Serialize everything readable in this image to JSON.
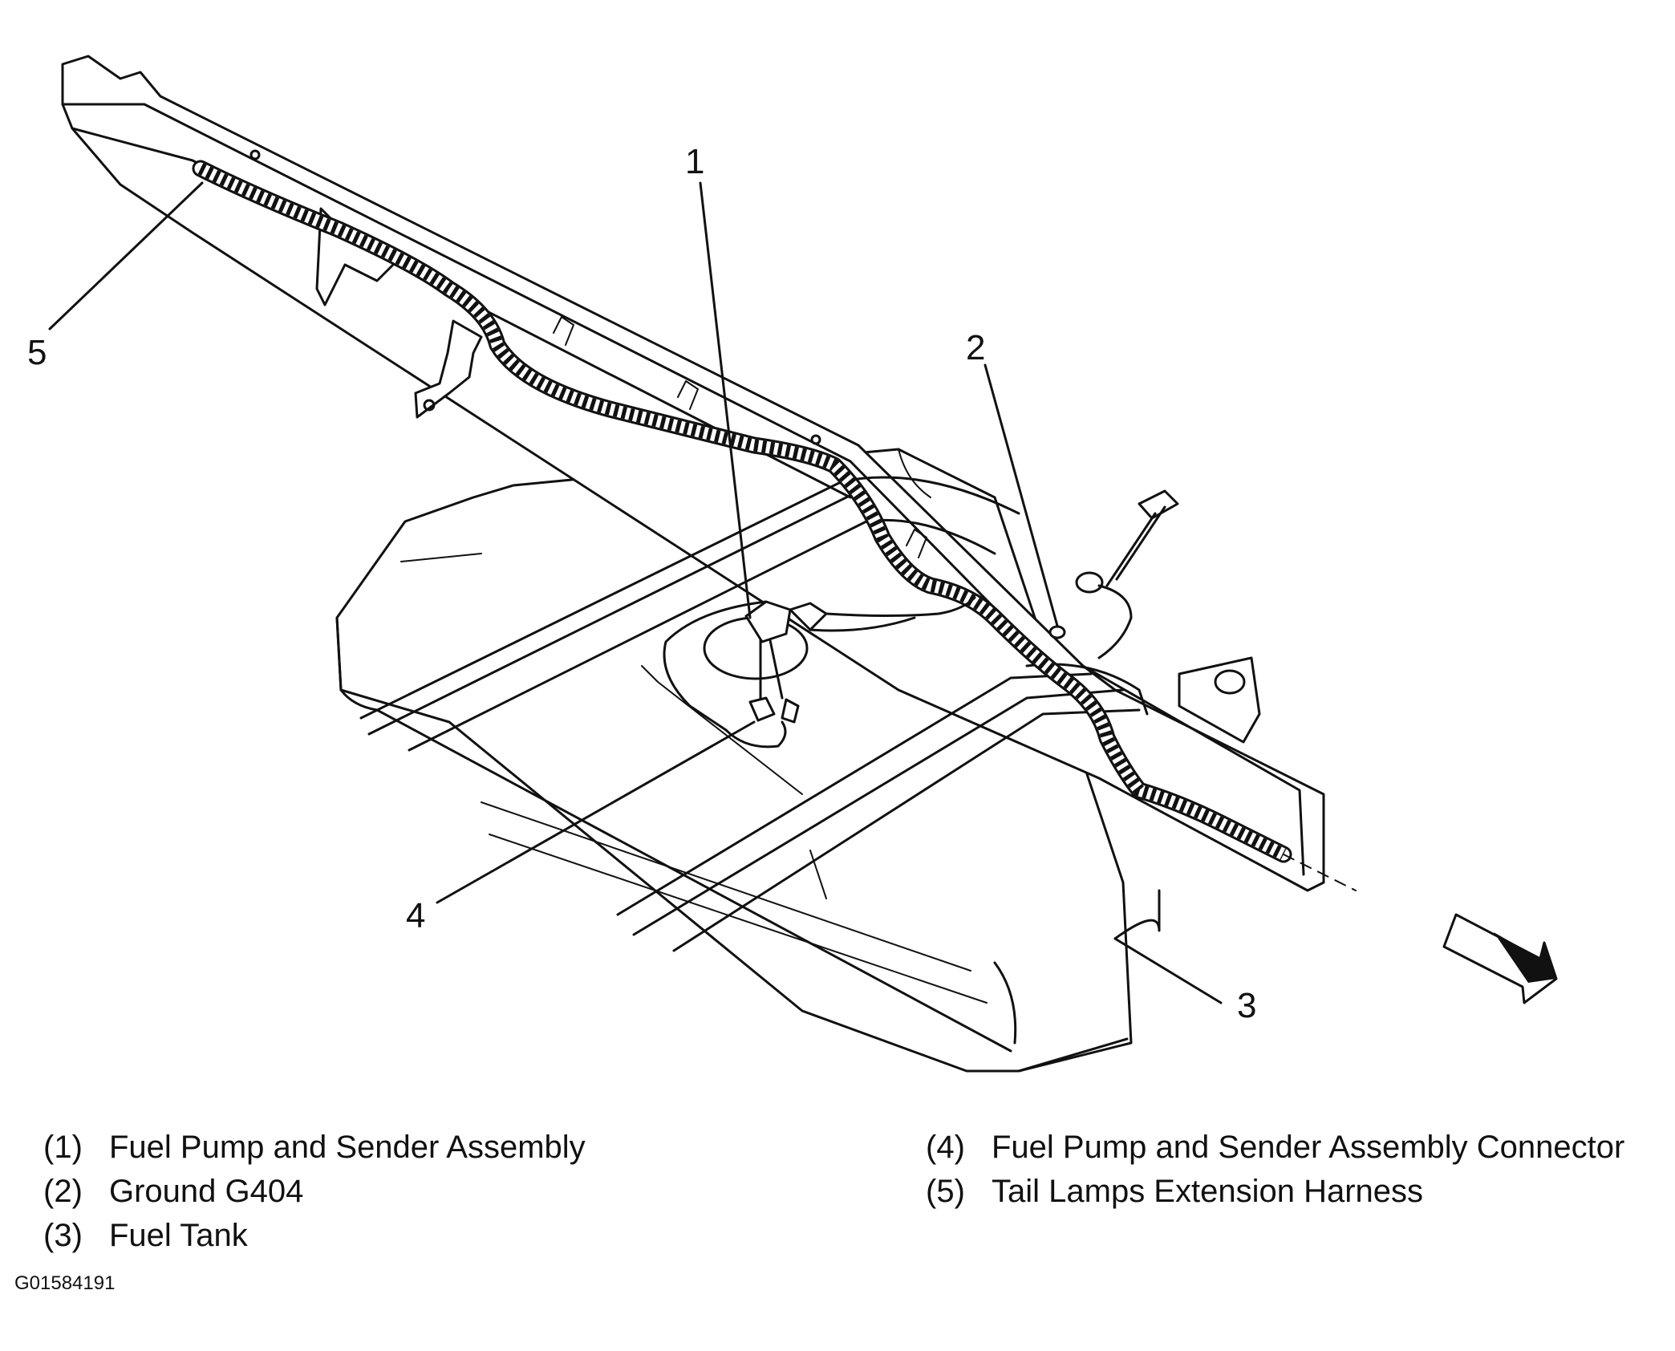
{
  "callouts": [
    "1",
    "2",
    "3",
    "4",
    "5"
  ],
  "legend": [
    {
      "num": "(1)",
      "text": "Fuel Pump and Sender Assembly"
    },
    {
      "num": "(2)",
      "text": "Ground G404"
    },
    {
      "num": "(3)",
      "text": "Fuel Tank"
    },
    {
      "num": "(4)",
      "text": "Fuel Pump and Sender Assembly Connector"
    },
    {
      "num": "(5)",
      "text": "Tail Lamps Extension Harness"
    }
  ],
  "figure_id": "G01584191"
}
